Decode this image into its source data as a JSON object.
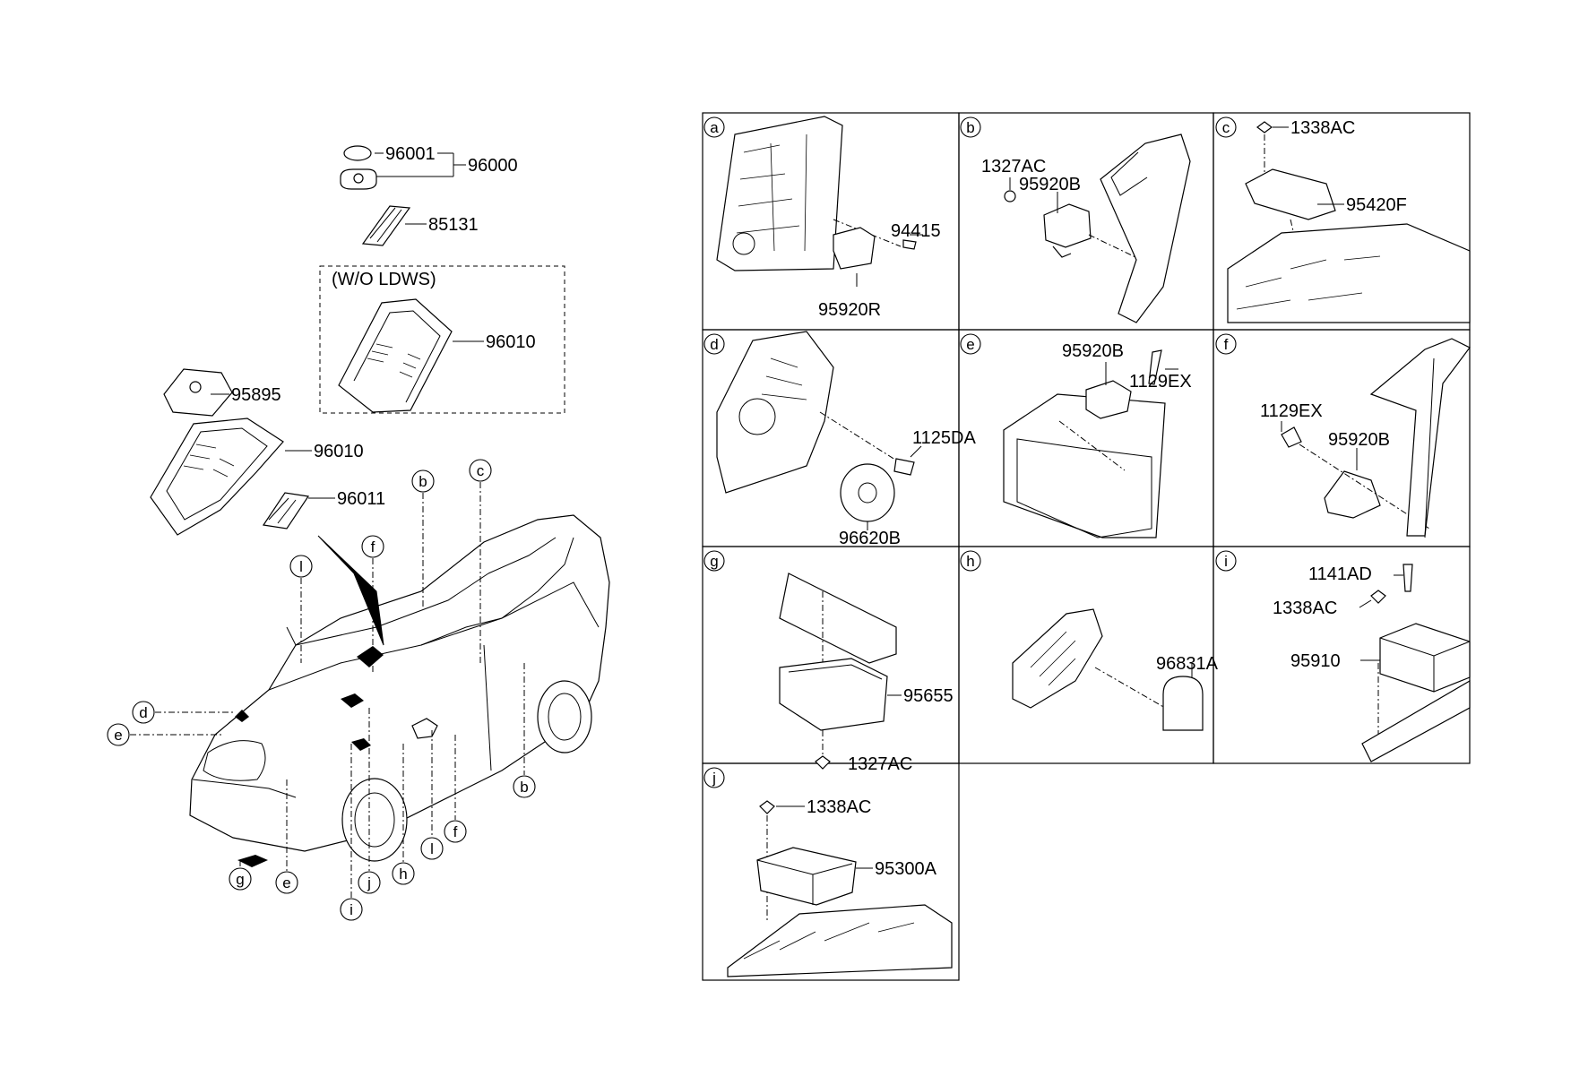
{
  "overview": {
    "group_note": "(W/O LDWS)",
    "parts": {
      "p96001": "96001",
      "p96000": "96000",
      "p85131": "85131",
      "p96010_wo": "96010",
      "p95895": "95895",
      "p96010": "96010",
      "p96011": "96011"
    },
    "callouts": {
      "l_top": "l",
      "f_top": "f",
      "b_top": "b",
      "c_top": "c",
      "d_left": "d",
      "e_left": "e",
      "g_bot": "g",
      "e_bot": "e",
      "i_bot": "i",
      "j_bot": "j",
      "h_bot": "h",
      "l_bot": "l",
      "f_bot": "f",
      "b_right": "b"
    }
  },
  "panels": [
    {
      "letter": "a",
      "parts": [
        "94415",
        "95920R"
      ]
    },
    {
      "letter": "b",
      "parts": [
        "1327AC",
        "95920B"
      ]
    },
    {
      "letter": "c",
      "parts": [
        "1338AC",
        "95420F"
      ]
    },
    {
      "letter": "d",
      "parts": [
        "1125DA",
        "96620B"
      ]
    },
    {
      "letter": "e",
      "parts": [
        "95920B",
        "1129EX"
      ]
    },
    {
      "letter": "f",
      "parts": [
        "1129EX",
        "95920B"
      ]
    },
    {
      "letter": "g",
      "parts": [
        "95655",
        "1327AC"
      ]
    },
    {
      "letter": "h",
      "parts": [
        "96831A"
      ]
    },
    {
      "letter": "i",
      "parts": [
        "1141AD",
        "1338AC",
        "95910"
      ]
    },
    {
      "letter": "j",
      "parts": [
        "1338AC",
        "95300A"
      ]
    }
  ]
}
